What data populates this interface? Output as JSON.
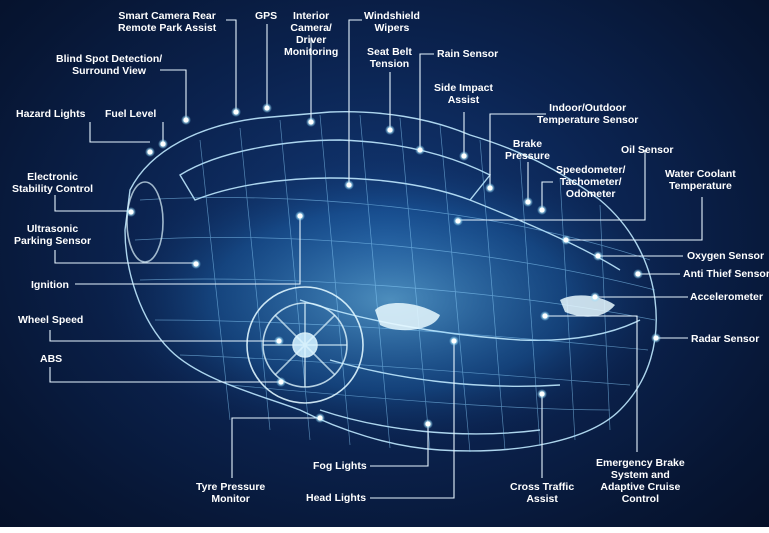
{
  "diagram": {
    "labels": {
      "smart_camera": [
        "Smart Camera Rear",
        "Remote Park Assist"
      ],
      "gps": [
        "GPS"
      ],
      "interior_camera": [
        "Interior",
        "Camera/",
        "Driver",
        "Monitoring"
      ],
      "windshield_wipers": [
        "Windshield",
        "Wipers"
      ],
      "seat_belt": [
        "Seat Belt",
        "Tension"
      ],
      "rain_sensor": [
        "Rain Sensor"
      ],
      "blind_spot": [
        "Blind Spot Detection/",
        "Surround View"
      ],
      "side_impact": [
        "Side Impact",
        "Assist"
      ],
      "hazard_lights": [
        "Hazard Lights"
      ],
      "fuel_level": [
        "Fuel Level"
      ],
      "indoor_outdoor": [
        "Indoor/Outdoor",
        "Temperature Sensor"
      ],
      "brake_pressure": [
        "Brake",
        "Pressure"
      ],
      "oil_sensor": [
        "Oil Sensor"
      ],
      "electronic_stability": [
        "Electronic",
        "Stability Control"
      ],
      "speedometer": [
        "Speedometer/",
        "Tachometer/",
        "Odometer"
      ],
      "water_coolant": [
        "Water Coolant",
        "Temperature"
      ],
      "ultrasonic": [
        "Ultrasonic",
        "Parking Sensor"
      ],
      "oxygen_sensor": [
        "Oxygen Sensor"
      ],
      "anti_thief": [
        "Anti Thief Sensor"
      ],
      "ignition": [
        "Ignition"
      ],
      "accelerometer": [
        "Accelerometer"
      ],
      "wheel_speed": [
        "Wheel Speed"
      ],
      "radar_sensor": [
        "Radar Sensor"
      ],
      "abs": [
        "ABS"
      ],
      "emergency_brake": [
        "Emergency Brake",
        "System and",
        "Adaptive Cruise",
        "Control"
      ],
      "fog_lights": [
        "Fog Lights"
      ],
      "tyre_pressure": [
        "Tyre Pressure",
        "Monitor"
      ],
      "head_lights": [
        "Head Lights"
      ],
      "cross_traffic": [
        "Cross Traffic",
        "Assist"
      ]
    }
  }
}
